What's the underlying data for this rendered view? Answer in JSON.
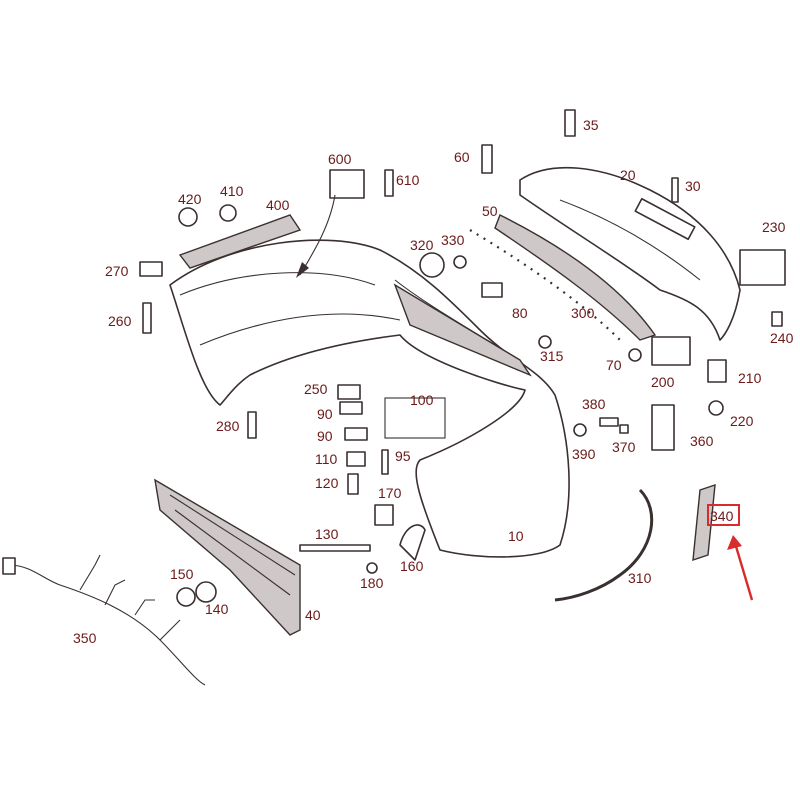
{
  "labels": {
    "l10": "10",
    "l20": "20",
    "l30": "30",
    "l35": "35",
    "l40": "40",
    "l50": "50",
    "l60": "60",
    "l70": "70",
    "l80": "80",
    "l90a": "90",
    "l90b": "90",
    "l95": "95",
    "l100": "100",
    "l110": "110",
    "l120": "120",
    "l130": "130",
    "l140": "140",
    "l150": "150",
    "l160": "160",
    "l170": "170",
    "l180": "180",
    "l200": "200",
    "l210": "210",
    "l220": "220",
    "l230": "230",
    "l240": "240",
    "l250": "250",
    "l260": "260",
    "l270": "270",
    "l280": "280",
    "l300": "300",
    "l310": "310",
    "l315": "315",
    "l320": "320",
    "l330": "330",
    "l340": "340",
    "l350": "350",
    "l360": "360",
    "l370": "370",
    "l380": "380",
    "l390": "390",
    "l400": "400",
    "l410": "410",
    "l420": "420",
    "l600": "600",
    "l610": "610"
  },
  "highlight": {
    "part": "340",
    "color": "#d92b2b"
  },
  "colors": {
    "line": "#3a3030",
    "label": "#6b1a1a",
    "shade": "#cfc8c8"
  }
}
